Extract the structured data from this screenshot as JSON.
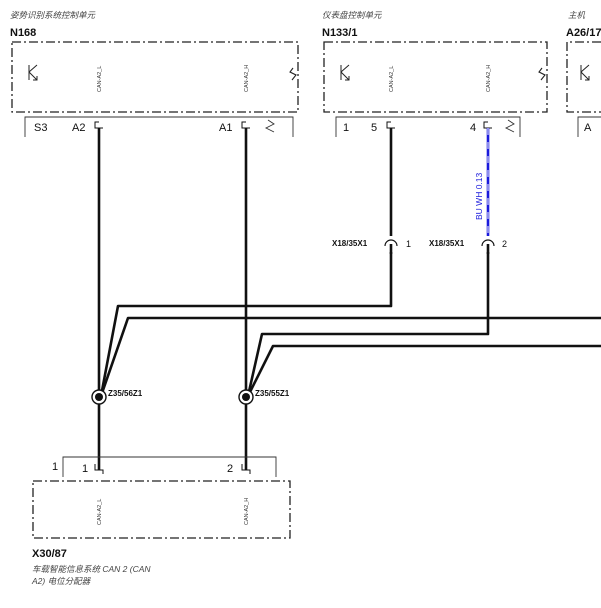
{
  "components": {
    "n168": {
      "title": "姿势识别系统控制单元",
      "code": "N168",
      "signals": {
        "can_l": "CAN-A2_L",
        "can_h": "CAN-A2_H"
      },
      "pins": {
        "s3": "S3",
        "a2": "A2",
        "a1": "A1"
      }
    },
    "n133": {
      "title": "仪表盘控制单元",
      "code": "N133/1",
      "signals": {
        "can_l": "CAN-A2_L",
        "can_h": "CAN-A2_H"
      },
      "pins": {
        "p1": "1",
        "p5": "5",
        "p4": "4"
      }
    },
    "a26": {
      "title": "主机",
      "code": "A26/17",
      "pins": {
        "a": "A"
      }
    },
    "x30": {
      "code": "X30/87",
      "desc_line1": "车载智能信息系统 CAN 2 (CAN",
      "desc_line2": "A2) 电位分配器",
      "signals": {
        "can_l": "CAN-A2_L",
        "can_h": "CAN-A2_H"
      },
      "pins": {
        "outer": "1",
        "p1": "1",
        "p2": "2"
      }
    }
  },
  "connectors": {
    "x18_1": {
      "label": "X18/35X1",
      "pin": "1"
    },
    "x18_2": {
      "label": "X18/35X1",
      "pin": "2"
    }
  },
  "splices": {
    "z56": "Z35/56Z1",
    "z55": "Z35/55Z1"
  },
  "wire_label": "BU WH 0.13",
  "colors": {
    "wire": "#111111",
    "can_blue": "#1a1adc"
  }
}
